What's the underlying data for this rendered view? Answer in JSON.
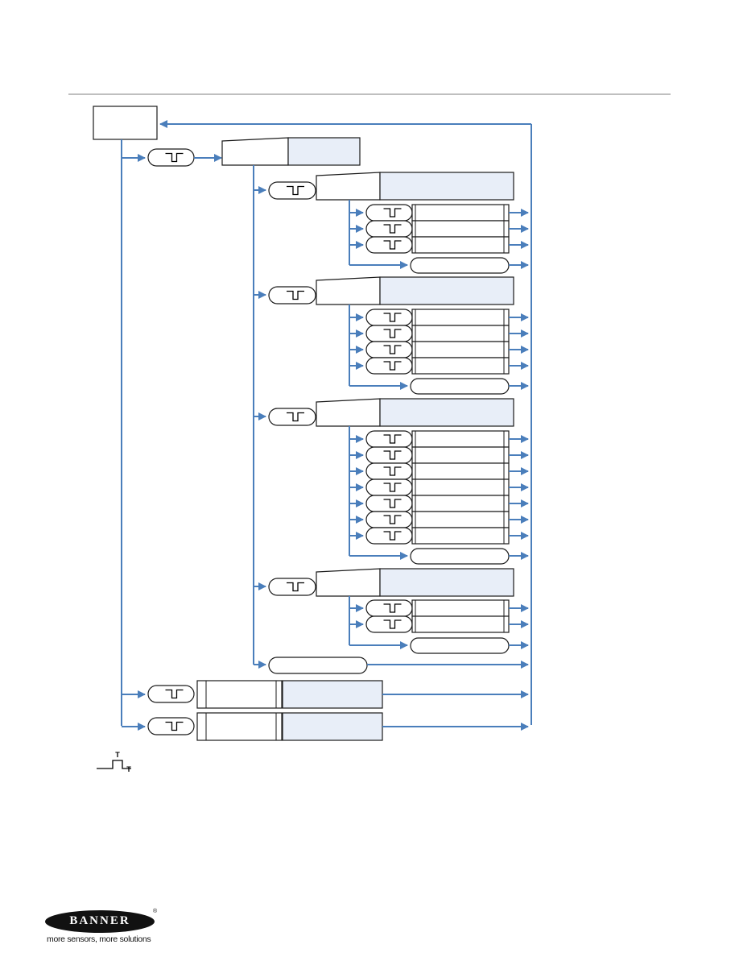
{
  "footer": {
    "brand_name": "BANNER",
    "registered_mark": "®",
    "tagline": "more sensors, more solutions"
  },
  "legend": {
    "timing_label_top": "T",
    "timing_label_bottom": "T"
  },
  "colors": {
    "line": "#4a7ebb",
    "box_border": "#1a1a1a",
    "box_fill_blue": "#e8eef8",
    "rule": "#7f7f7f"
  }
}
